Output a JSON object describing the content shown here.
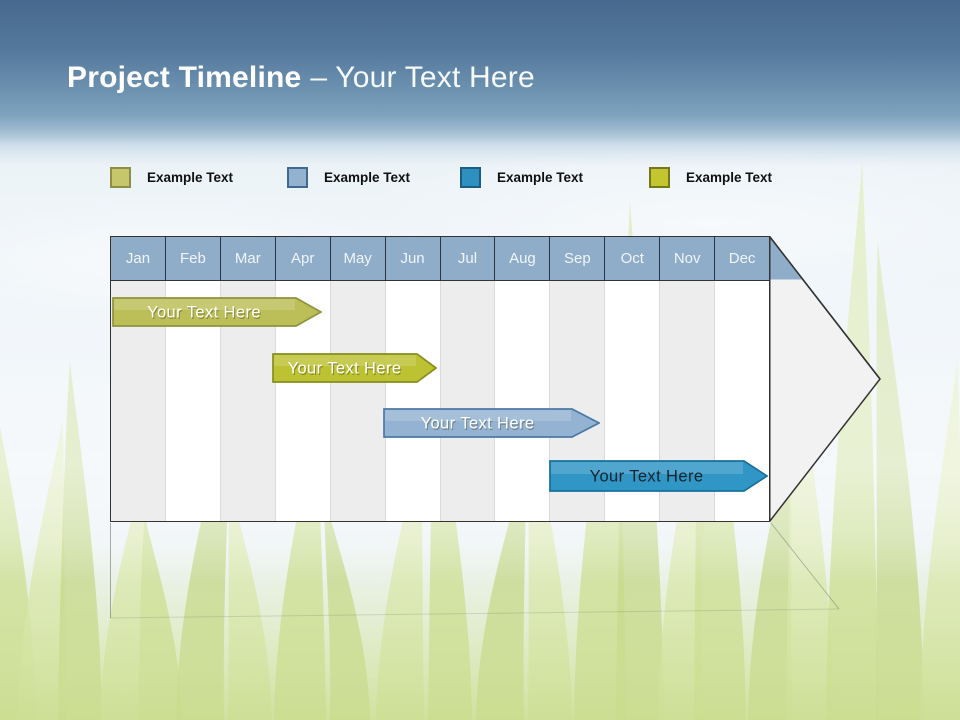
{
  "slide": {
    "title_bold": "Project Timeline",
    "title_rest": "– Your Text Here"
  },
  "legend": {
    "items": [
      {
        "label": "Example Text",
        "fill": "#c6c66c",
        "border": "#8e8e46"
      },
      {
        "label": "Example Text",
        "fill": "#93b2cf",
        "border": "#41688e"
      },
      {
        "label": "Example Text",
        "fill": "#2d90c1",
        "border": "#1c5c80"
      },
      {
        "label": "Example Text",
        "fill": "#c3c62e",
        "border": "#75781a"
      }
    ]
  },
  "chart_data": {
    "type": "bar",
    "subtype": "gantt-timeline",
    "title": "Project Timeline",
    "categories": [
      "Jan",
      "Feb",
      "Mar",
      "Apr",
      "May",
      "Jun",
      "Jul",
      "Aug",
      "Sep",
      "Oct",
      "Nov",
      "Dec"
    ],
    "header_fill": "#8fadc9",
    "stripe_colors": [
      "#ededed",
      "#ffffff"
    ],
    "outline_color": "#333333",
    "arrow_body_fill": "#f2f2f2",
    "legend_position": "top",
    "grid": false,
    "tasks": [
      {
        "label": "Your Text Here",
        "start": "Jan",
        "end": "Apr",
        "fill": "#bcbf58",
        "border": "#8f923c",
        "text_color": "#ffffff"
      },
      {
        "label": "Your Text Here",
        "start": "Apr",
        "end": "Jun",
        "fill": "#bdc233",
        "border": "#878e1c",
        "text_color": "#ffffff"
      },
      {
        "label": "Your Text Here",
        "start": "Jun",
        "end": "Sep",
        "fill": "#94b3d2",
        "border": "#4a79a8",
        "text_color": "#ffffff"
      },
      {
        "label": "Your Text Here",
        "start": "Sep",
        "end": "Dec",
        "fill": "#2f96c5",
        "border": "#17719c",
        "text_color": "#16242e"
      }
    ]
  }
}
